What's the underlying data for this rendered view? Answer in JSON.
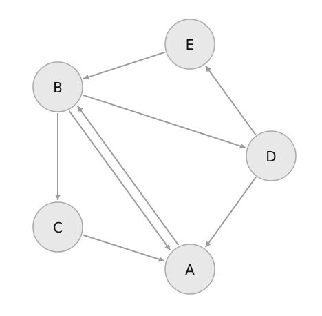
{
  "graph": {
    "nodes": [
      {
        "id": "E",
        "label": "E"
      },
      {
        "id": "B",
        "label": "B"
      },
      {
        "id": "D",
        "label": "D"
      },
      {
        "id": "C",
        "label": "C"
      },
      {
        "id": "A",
        "label": "A"
      }
    ],
    "edges": [
      {
        "from": "E",
        "to": "B"
      },
      {
        "from": "B",
        "to": "D"
      },
      {
        "from": "B",
        "to": "C"
      },
      {
        "from": "B",
        "to": "A"
      },
      {
        "from": "A",
        "to": "B"
      },
      {
        "from": "D",
        "to": "E"
      },
      {
        "from": "D",
        "to": "A"
      },
      {
        "from": "C",
        "to": "A"
      }
    ],
    "colors": {
      "node_fill": "#e8e8e8",
      "node_stroke": "#a9a9a9",
      "edge": "#9b9b9b",
      "label": "#111111"
    }
  }
}
